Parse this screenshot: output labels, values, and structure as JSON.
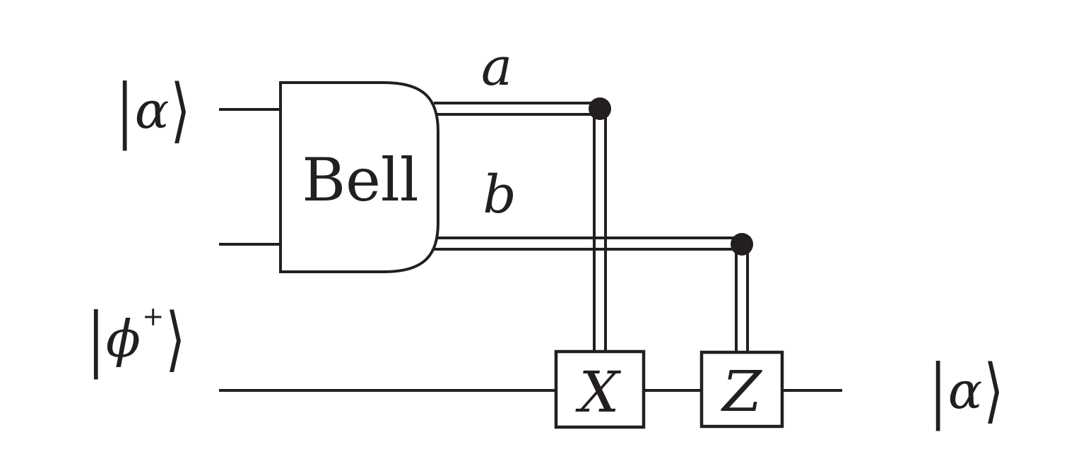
{
  "figure": {
    "kind": "quantum-teleportation-circuit",
    "colors": {
      "ink": "#231f20",
      "background": "#ffffff"
    },
    "kets": {
      "input_top": {
        "bar": "|",
        "letter": "α",
        "ket": "⟩"
      },
      "input_bottom": {
        "bar": "|",
        "letter": "ϕ",
        "sup": "+",
        "ket": "⟩"
      },
      "output": {
        "bar": "|",
        "letter": "α",
        "ket": "⟩"
      }
    },
    "wire_labels": {
      "a": "a",
      "b": "b"
    },
    "gates": {
      "bell": "Bell",
      "x": "X",
      "z": "Z"
    }
  }
}
